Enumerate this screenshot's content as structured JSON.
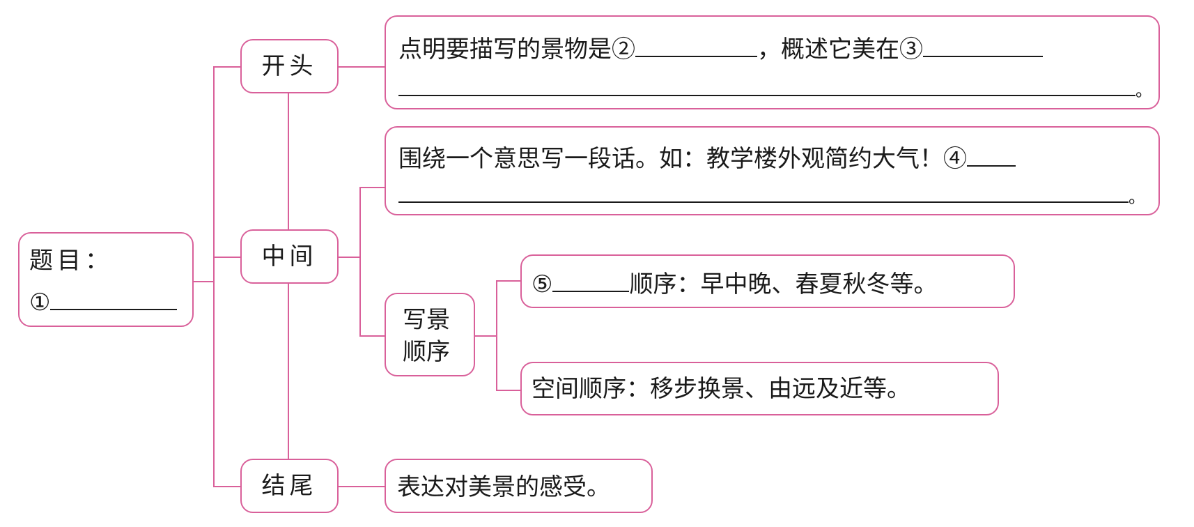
{
  "diagram": {
    "root": {
      "label": "题目：",
      "blank_marker": "①"
    },
    "sections": [
      {
        "id": "beginning",
        "label": "开头",
        "content": {
          "line1_prefix": "点明要描写的景物是",
          "marker_a": "②",
          "line1_middle": "，概述它美在",
          "marker_b": "③",
          "end_mark": "。"
        }
      },
      {
        "id": "middle",
        "label": "中间",
        "content": {
          "line1_prefix": "围绕一个意思写一段话。如：教学楼外观简约大气！",
          "marker": "④",
          "end_mark": "。"
        },
        "sub": {
          "label_line1": "写景",
          "label_line2": "顺序",
          "items": [
            {
              "marker": "⑤",
              "text": "顺序：早中晚、春夏秋冬等。"
            },
            {
              "text": "空间顺序：移步换景、由远及近等。"
            }
          ]
        }
      },
      {
        "id": "ending",
        "label": "结尾",
        "content": {
          "text": "表达对美景的感受。"
        }
      }
    ],
    "colors": {
      "border": "#d9609a",
      "text": "#1a1a1a",
      "background": "#ffffff"
    }
  }
}
